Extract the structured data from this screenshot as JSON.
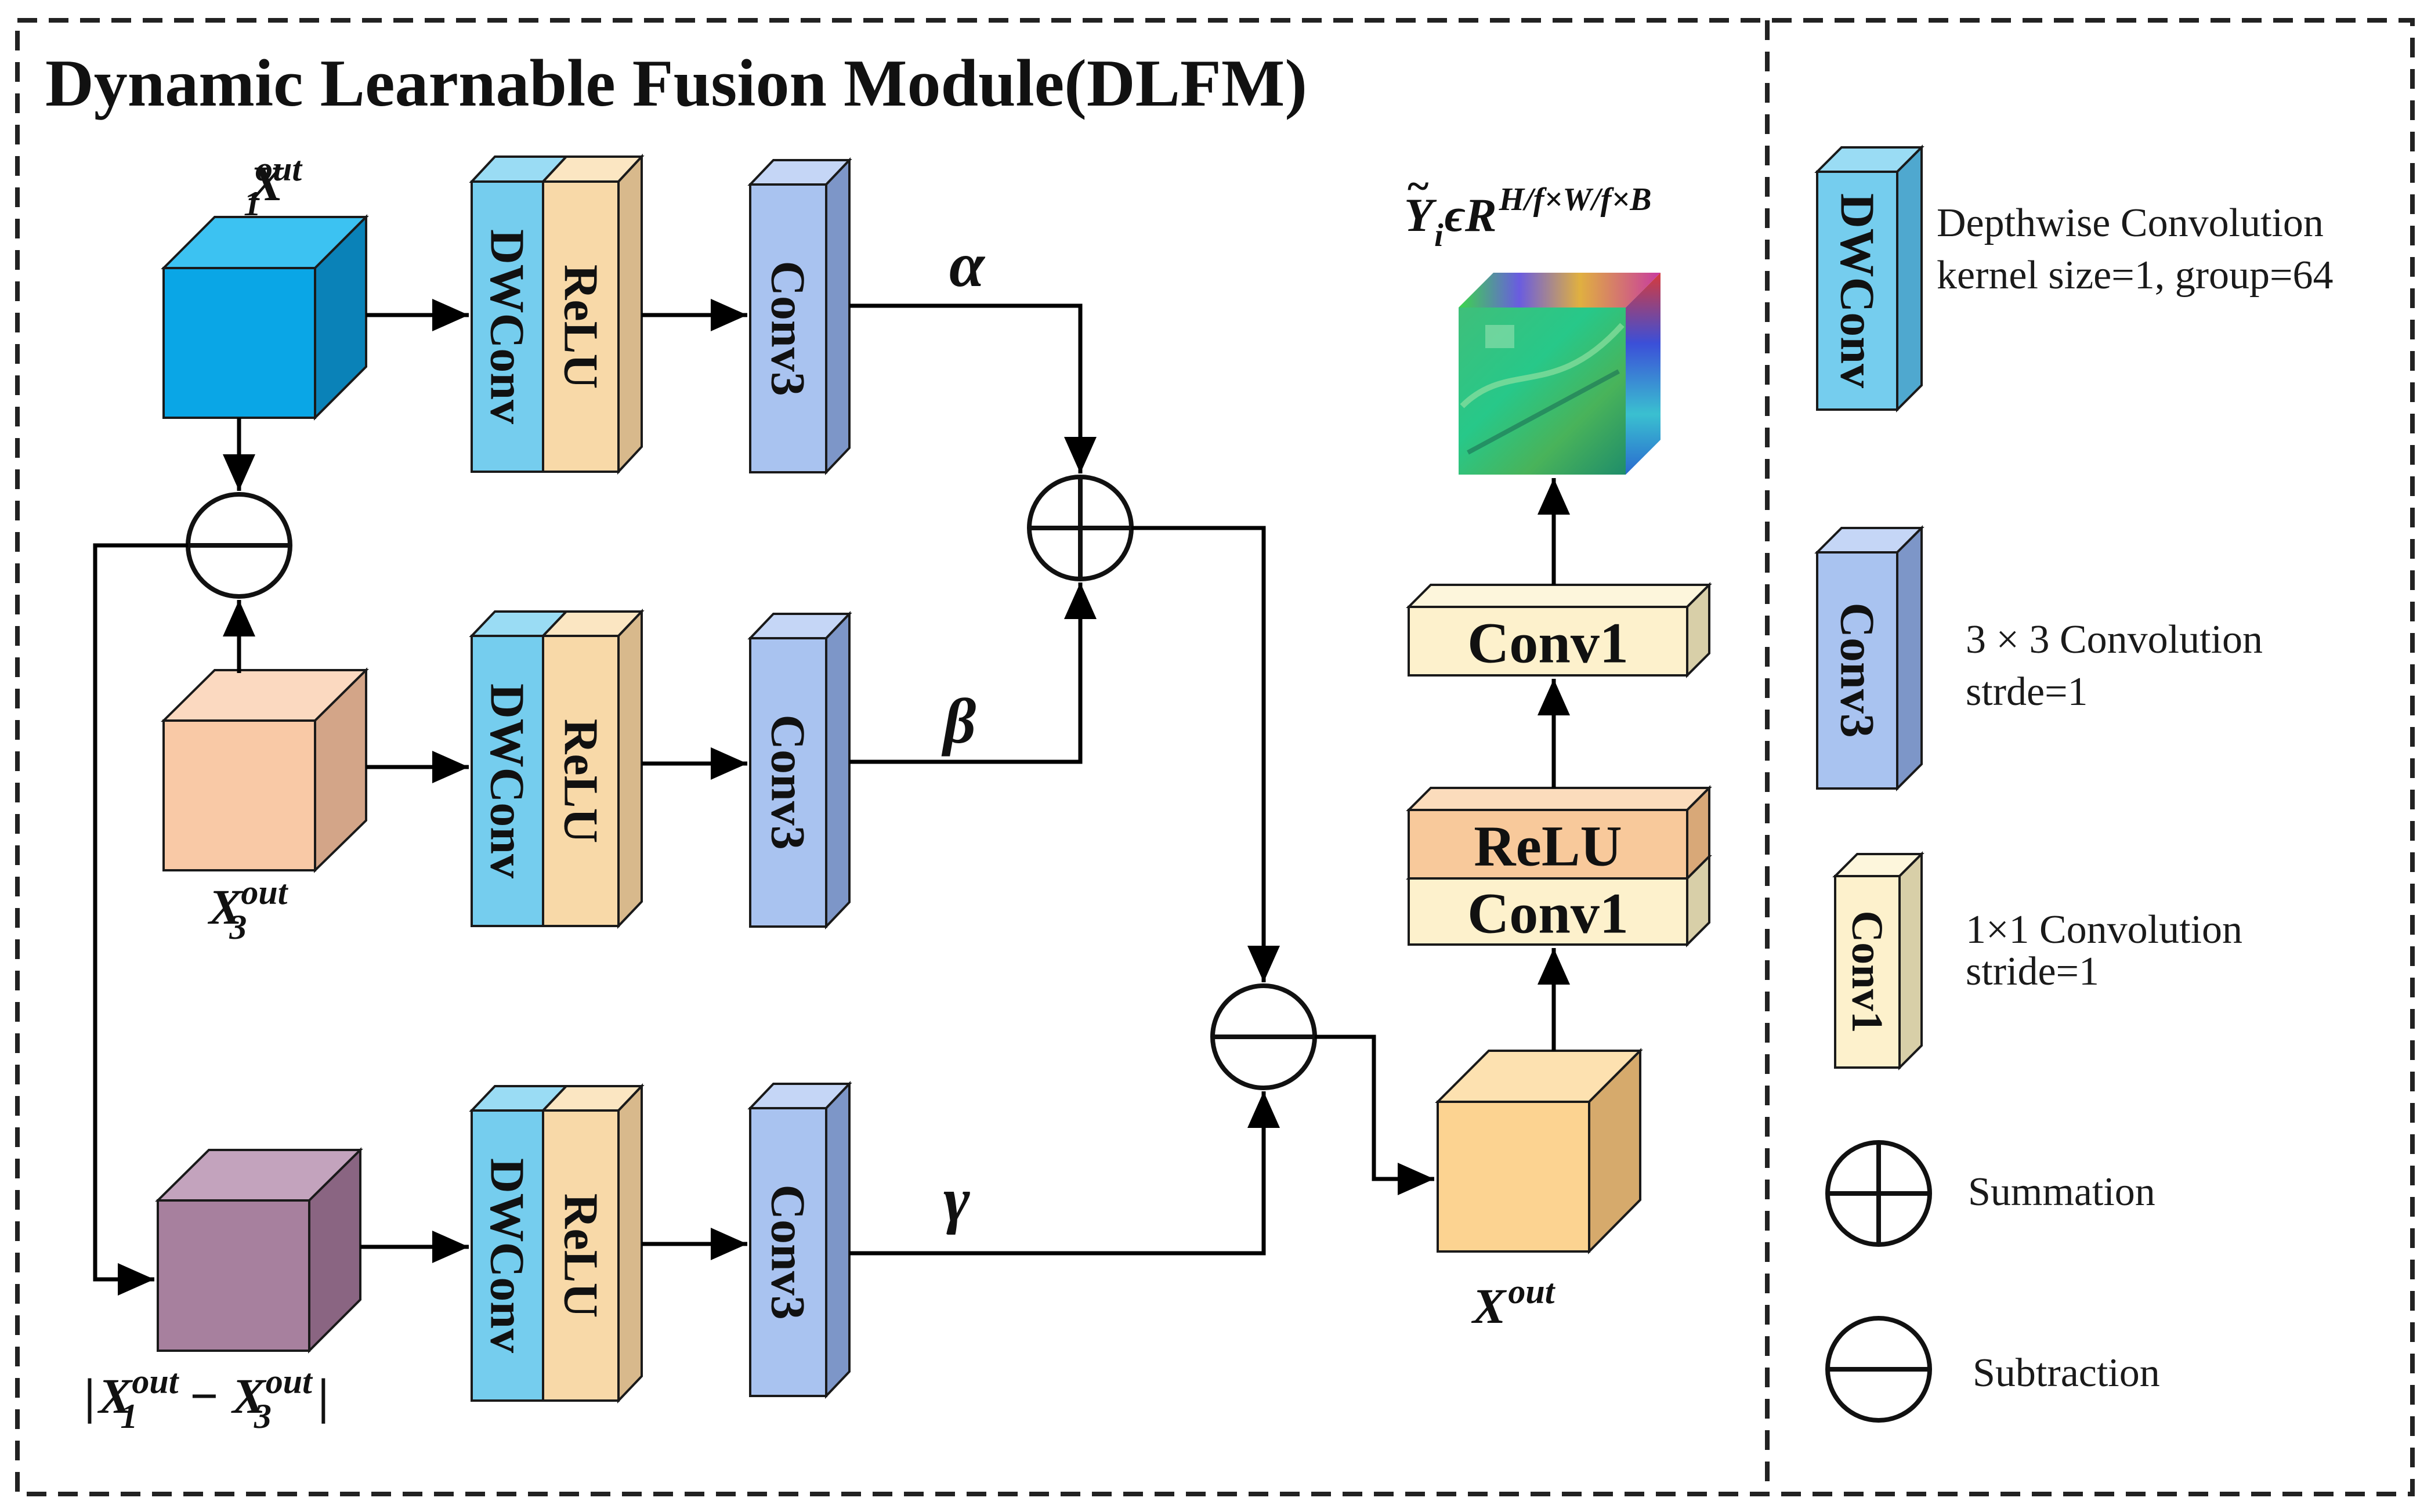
{
  "title": "Dynamic Learnable Fusion Module(DLFM)",
  "inputs": {
    "x1": {
      "base": "X",
      "sub": "1",
      "sup": "out"
    },
    "x3": {
      "base": "X",
      "sub": "3",
      "sup": "out"
    },
    "diff": {
      "open": "|",
      "a_base": "X",
      "a_sub": "1",
      "a_sup": "out",
      "minus": "−",
      "b_base": "X",
      "b_sub": "3",
      "b_sup": "out",
      "close": "|"
    }
  },
  "branch_blocks": {
    "dwconv": "DWConv",
    "relu": "ReLU",
    "conv3": "Conv3"
  },
  "weights": {
    "alpha": "α",
    "beta": "β",
    "gamma": "γ"
  },
  "output": {
    "xout": {
      "base": "X",
      "sup": "out"
    },
    "head_conv1_lower": "Conv1",
    "head_relu": "ReLU",
    "head_conv1_upper": "Conv1",
    "final": {
      "y": "Y",
      "tilde": "~",
      "sub": "i",
      "in": "ϵ",
      "r": "R",
      "sup": "H/f×W/f×B"
    }
  },
  "legend": {
    "dwconv": {
      "label": "DWConv",
      "line1": "Depthwise Convolution",
      "line2": "kernel size=1, group=64"
    },
    "conv3": {
      "label": "Conv3",
      "line1": "3 × 3 Convolution",
      "line2": "strde=1"
    },
    "conv1": {
      "label": "Conv1",
      "line1": "1×1 Convolution",
      "line2": "stride=1"
    },
    "summation": "Summation",
    "subtraction": "Subtraction"
  },
  "colors": {
    "blue_cube": "#0aa6e6",
    "peach_cube": "#f9c9a6",
    "purple_cube": "#a7809e",
    "orange_cube": "#fcd391",
    "dwconv": "#75cdee",
    "relu": "#f8d9a8",
    "conv3": "#a9c3f0",
    "conv1": "#fdf1cc",
    "relu_head": "#f8c99b"
  }
}
